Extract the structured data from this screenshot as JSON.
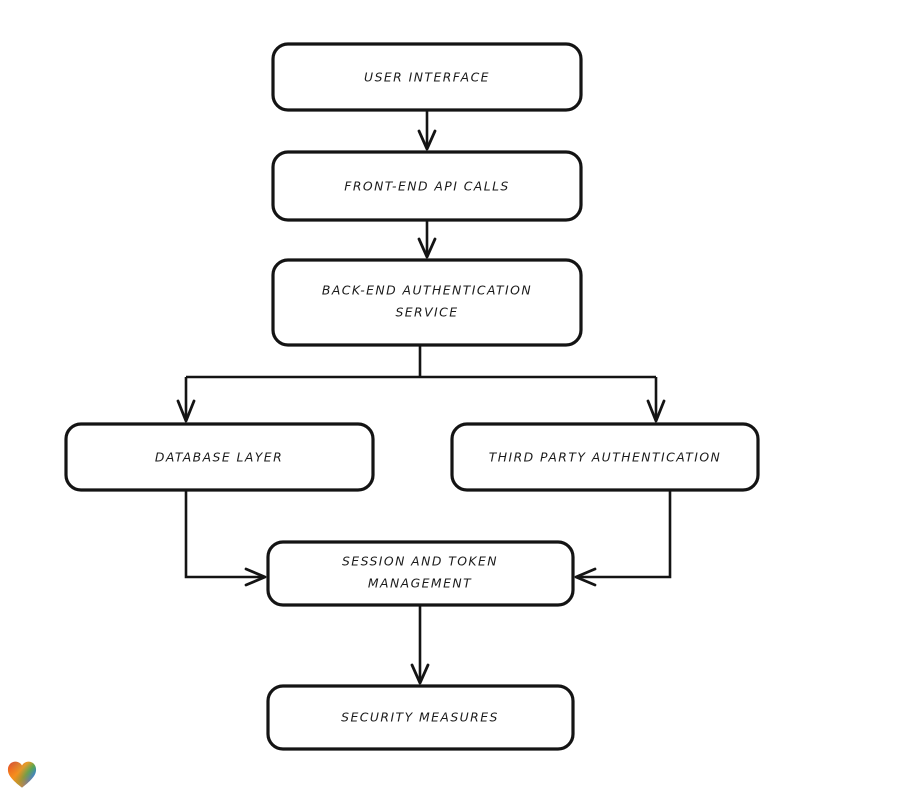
{
  "diagram": {
    "type": "flowchart",
    "orientation": "top-to-bottom",
    "background_color": "#ffffff",
    "stroke_color": "#141414",
    "text_color": "#1b1b1b",
    "node_fill": "#ffffff",
    "nodes": [
      {
        "id": "user-interface",
        "label": "USER INTERFACE",
        "lines": [
          "USER INTERFACE"
        ],
        "shape": "rounded-rectangle"
      },
      {
        "id": "front-end-api-calls",
        "label": "FRONT-END API CALLS",
        "lines": [
          "FRONT-END API CALLS"
        ],
        "shape": "rounded-rectangle"
      },
      {
        "id": "back-end-authentication-service",
        "label": "BACK-END AUTHENTICATION SERVICE",
        "lines": [
          "BACK-END AUTHENTICATION",
          "SERVICE"
        ],
        "shape": "rounded-rectangle"
      },
      {
        "id": "database-layer",
        "label": "DATABASE LAYER",
        "lines": [
          "DATABASE LAYER"
        ],
        "shape": "rounded-rectangle"
      },
      {
        "id": "third-party-authentication",
        "label": "THIRD PARTY AUTHENTICATION",
        "lines": [
          "THIRD PARTY AUTHENTICATION"
        ],
        "shape": "rounded-rectangle"
      },
      {
        "id": "session-and-token-management",
        "label": "SESSION AND TOKEN MANAGEMENT",
        "lines": [
          "SESSION AND TOKEN",
          "MANAGEMENT"
        ],
        "shape": "rounded-rectangle"
      },
      {
        "id": "security-measures",
        "label": "SECURITY MEASURES",
        "lines": [
          "SECURITY MEASURES"
        ],
        "shape": "rounded-rectangle"
      }
    ],
    "edges": [
      {
        "from": "user-interface",
        "to": "front-end-api-calls",
        "direction": "down"
      },
      {
        "from": "front-end-api-calls",
        "to": "back-end-authentication-service",
        "direction": "down"
      },
      {
        "from": "back-end-authentication-service",
        "to": "database-layer",
        "direction": "down-left-branch"
      },
      {
        "from": "back-end-authentication-service",
        "to": "third-party-authentication",
        "direction": "down-right-branch"
      },
      {
        "from": "database-layer",
        "to": "session-and-token-management",
        "direction": "down-then-right"
      },
      {
        "from": "third-party-authentication",
        "to": "session-and-token-management",
        "direction": "down-then-left"
      },
      {
        "from": "session-and-token-management",
        "to": "security-measures",
        "direction": "down"
      }
    ]
  },
  "watermark": {
    "icon": "heart-icon",
    "colors": [
      "#e4332e",
      "#f07c1e",
      "#f7a01d",
      "#2f7fd8",
      "#19b3c4"
    ]
  }
}
